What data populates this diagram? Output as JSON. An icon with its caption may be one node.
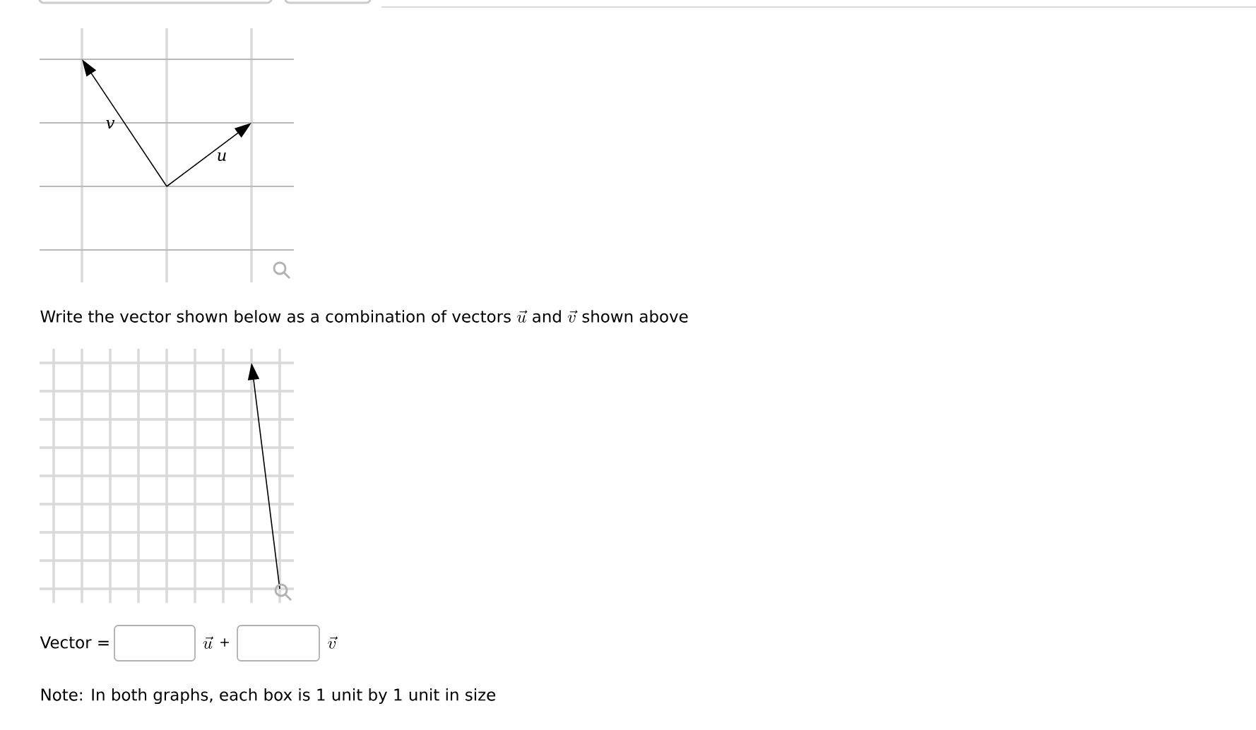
{
  "diagram": {
    "labels": [
      "v",
      "u",
      "Write the vector shown below as a combination of vectors",
      "\\vec{u}",
      "and",
      "\\vec{v}",
      "shown above",
      "Vector =",
      "\\vec{u}",
      "+",
      "\\vec{v}",
      "Note: In both graphs, each box is 1 unit by 1 unit in size"
    ]
  }
}
